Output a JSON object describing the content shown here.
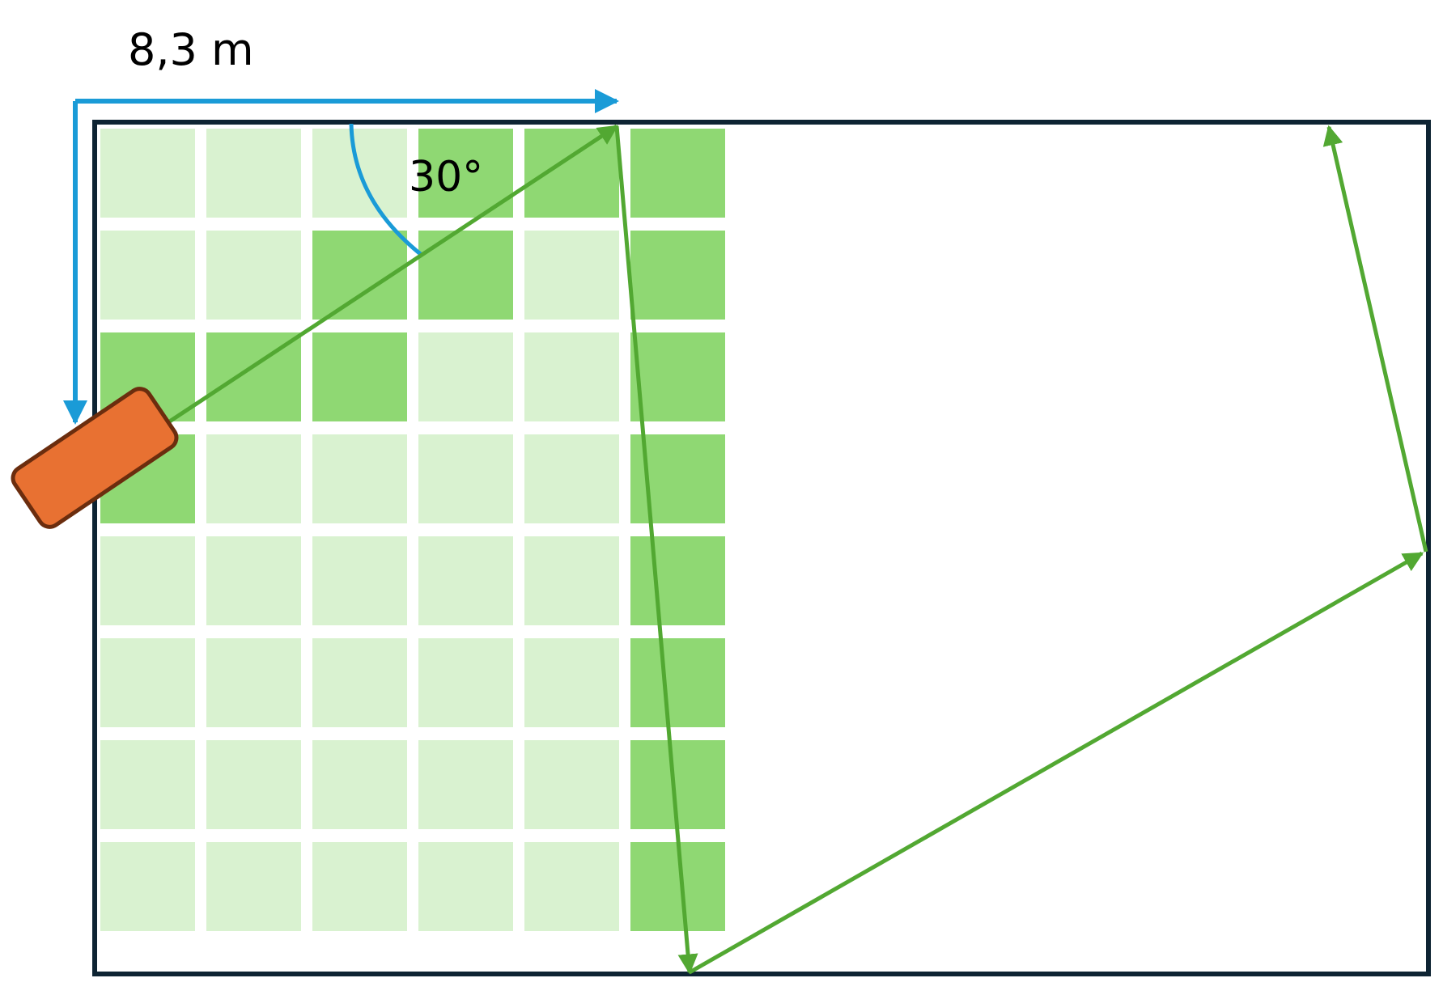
{
  "labels": {
    "distance": "8,3 m",
    "angle": "30°"
  },
  "grid": {
    "rows": 8,
    "cols": 6,
    "pattern": [
      [
        "light",
        "light",
        "light",
        "dark",
        "dark",
        "dark"
      ],
      [
        "light",
        "light",
        "dark",
        "dark",
        "light",
        "dark"
      ],
      [
        "dark",
        "dark",
        "dark",
        "light",
        "light",
        "dark"
      ],
      [
        "dark",
        "light",
        "light",
        "light",
        "light",
        "dark"
      ],
      [
        "light",
        "light",
        "light",
        "light",
        "light",
        "dark"
      ],
      [
        "light",
        "light",
        "light",
        "light",
        "light",
        "dark"
      ],
      [
        "light",
        "light",
        "light",
        "light",
        "light",
        "dark"
      ],
      [
        "light",
        "light",
        "light",
        "light",
        "light",
        "dark"
      ]
    ]
  },
  "colors": {
    "tile_light": "#d9f2d0",
    "tile_dark": "#8fd873",
    "boundary": "#0e2433",
    "path": "#52a832",
    "measure": "#1a9bd7",
    "mower_fill": "#e87132",
    "mower_stroke": "#6b2d0e"
  }
}
